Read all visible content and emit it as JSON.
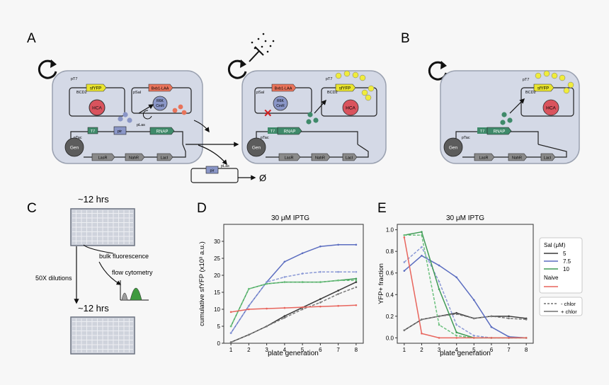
{
  "panel_labels": {
    "a": "A",
    "b": "B",
    "c": "C",
    "d": "D",
    "e": "E"
  },
  "genes": {
    "pt7": "pT7",
    "bcd2": "BCD2",
    "sfyfp": "sfYFP",
    "psal": "pSal",
    "bxb1": "Bxb1-LAA",
    "hca": "HCA",
    "r6k": "R6K",
    "cmr": "CmR",
    "ptac": "pTac",
    "t7": "T7",
    "rnap": "RNAP",
    "plas": "pLas",
    "gen": "Gen",
    "lasr": "LasR",
    "nahr": "NahR",
    "laci": "LacI",
    "pir": "pir",
    "null": "Ø"
  },
  "workflow": {
    "time_top": "~12 hrs",
    "time_bottom": "~12 hrs",
    "bulk": "bulk fluorescence",
    "flow": "flow cytometry",
    "dilution": "50X dilutions"
  },
  "chart_data": [
    {
      "type": "line",
      "title": "30 μM IPTG",
      "xlabel": "plate generation",
      "ylabel": "cumulative sfYFP (x10³ a.u.)",
      "x": [
        1,
        2,
        3,
        4,
        5,
        6,
        7,
        8
      ],
      "xlim": [
        0.6,
        8.4
      ],
      "ylim": [
        0,
        35
      ],
      "yticks": [
        0,
        5,
        10,
        15,
        20,
        25,
        30
      ],
      "series": [
        {
          "name": "5",
          "condition": "+ chlor",
          "color": "#3a3a3a",
          "dash": false,
          "values": [
            0.3,
            2.5,
            5,
            8,
            10.5,
            13,
            15.5,
            18
          ]
        },
        {
          "name": "5",
          "condition": "- chlor",
          "color": "#7a7a7a",
          "dash": true,
          "values": [
            0.3,
            2.5,
            5,
            7.5,
            10,
            12,
            14.5,
            16.5
          ]
        },
        {
          "name": "7.5",
          "condition": "+ chlor",
          "color": "#5b6dc0",
          "dash": false,
          "values": [
            3,
            11,
            18,
            24,
            26.5,
            28.5,
            29,
            29
          ]
        },
        {
          "name": "7.5",
          "condition": "- chlor",
          "color": "#8c9ad6",
          "dash": true,
          "values": [
            3,
            11,
            18,
            19.5,
            20.5,
            21,
            21,
            21
          ]
        },
        {
          "name": "10",
          "condition": "+ chlor",
          "color": "#3f9a55",
          "dash": false,
          "values": [
            5,
            16,
            17.5,
            18,
            18,
            18,
            18.5,
            19
          ]
        },
        {
          "name": "10",
          "condition": "- chlor",
          "color": "#6cc17e",
          "dash": true,
          "values": [
            5,
            16,
            17.5,
            18,
            18,
            18,
            18.5,
            18.5
          ]
        },
        {
          "name": "Naive",
          "condition": "",
          "color": "#e8655d",
          "dash": false,
          "values": [
            9.2,
            10,
            10.2,
            10.4,
            10.6,
            10.8,
            11,
            11.2
          ]
        }
      ]
    },
    {
      "type": "line",
      "title": "30 μM IPTG",
      "xlabel": "plate generation",
      "ylabel": "YFP+ fraction",
      "x": [
        1,
        2,
        3,
        4,
        5,
        6,
        7,
        8
      ],
      "xlim": [
        0.6,
        8.4
      ],
      "ylim": [
        -0.05,
        1.05
      ],
      "yticks": [
        0.0,
        0.2,
        0.4,
        0.6,
        0.8,
        1.0
      ],
      "series": [
        {
          "name": "5",
          "condition": "+ chlor",
          "color": "#3a3a3a",
          "dash": false,
          "values": [
            0.07,
            0.17,
            0.2,
            0.23,
            0.18,
            0.2,
            0.2,
            0.18
          ]
        },
        {
          "name": "5",
          "condition": "- chlor",
          "color": "#7a7a7a",
          "dash": true,
          "values": [
            0.07,
            0.17,
            0.2,
            0.22,
            0.18,
            0.2,
            0.18,
            0.17
          ]
        },
        {
          "name": "7.5",
          "condition": "+ chlor",
          "color": "#5b6dc0",
          "dash": false,
          "values": [
            0.62,
            0.76,
            0.67,
            0.56,
            0.35,
            0.1,
            0.01,
            0.0
          ]
        },
        {
          "name": "7.5",
          "condition": "- chlor",
          "color": "#8c9ad6",
          "dash": true,
          "values": [
            0.7,
            0.84,
            0.52,
            0.12,
            0.02,
            0.0,
            0.0,
            0.0
          ]
        },
        {
          "name": "10",
          "condition": "+ chlor",
          "color": "#3f9a55",
          "dash": false,
          "values": [
            0.95,
            0.98,
            0.45,
            0.05,
            0.0,
            0.0,
            0.0,
            0.0
          ]
        },
        {
          "name": "10",
          "condition": "- chlor",
          "color": "#6cc17e",
          "dash": true,
          "values": [
            0.95,
            0.95,
            0.12,
            0.02,
            0.0,
            0.0,
            0.0,
            0.0
          ]
        },
        {
          "name": "Naive",
          "condition": "",
          "color": "#e8655d",
          "dash": false,
          "values": [
            0.93,
            0.04,
            0.0,
            0.0,
            0.0,
            0.0,
            0.0,
            0.0
          ]
        }
      ]
    }
  ],
  "legend": {
    "title": "Sal (μM)",
    "items": [
      "5",
      "7.5",
      "10"
    ],
    "naive": "Naive",
    "minus_chlor": "- chlor",
    "plus_chlor": "+ chlor"
  }
}
